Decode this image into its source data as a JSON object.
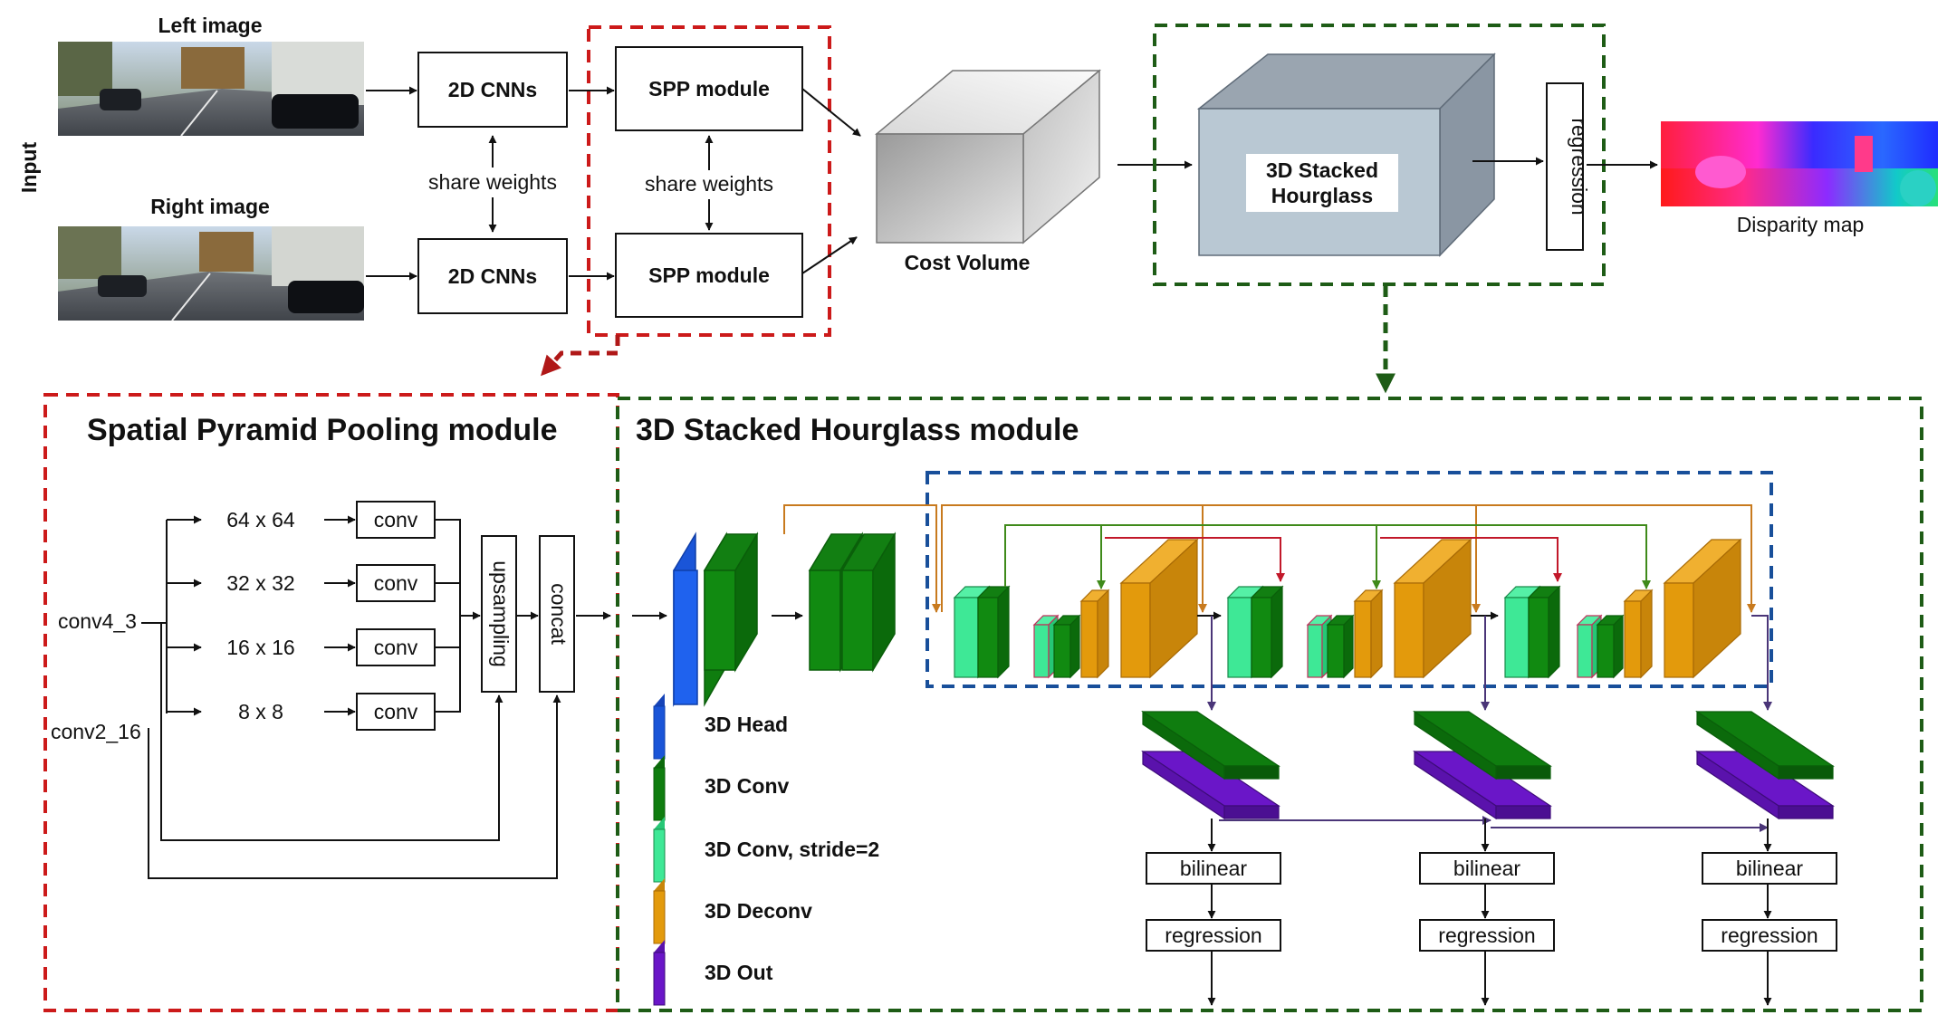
{
  "input": {
    "label": "Input",
    "left_image_label": "Left image",
    "right_image_label": "Right image"
  },
  "pipeline": {
    "cnn_top": "2D CNNs",
    "cnn_bottom": "2D CNNs",
    "share_weights_cnn": "share weights",
    "spp_top": "SPP module",
    "spp_bottom": "SPP module",
    "share_weights_spp": "share weights",
    "cost_volume": "Cost Volume",
    "hourglass_line1": "3D Stacked",
    "hourglass_line2": "Hourglass",
    "regression": "regression",
    "disparity_map": "Disparity map"
  },
  "spp_panel": {
    "title": "Spatial Pyramid Pooling module",
    "input_a": "conv4_3",
    "input_b": "conv2_16",
    "pools": [
      "64 x 64",
      "32 x 32",
      "16 x 16",
      "8 x 8"
    ],
    "conv_label": "conv",
    "upsampling": "upsampling",
    "concat": "concat"
  },
  "hourglass_panel": {
    "title": "3D Stacked Hourglass module",
    "legend": [
      {
        "label": "3D Head",
        "color": "#1a55d8"
      },
      {
        "label": "3D  Conv",
        "color": "#0f7d0f"
      },
      {
        "label": "3D Conv, stride=2",
        "color": "#3ee896"
      },
      {
        "label": "3D Deconv",
        "color": "#e39a0c"
      },
      {
        "label": "3D Out",
        "color": "#6a16c8"
      }
    ],
    "bilinear": "bilinear",
    "regression": "regression"
  },
  "colors": {
    "red_dash": "#cc1a1a",
    "green_dash": "#1e5c16",
    "blue_dash": "#184f9a",
    "orange_arrow": "#c87a1e",
    "green_arrow": "#3f8a1a",
    "red_arrow": "#c2182a",
    "purple_arrow": "#4a3578"
  }
}
